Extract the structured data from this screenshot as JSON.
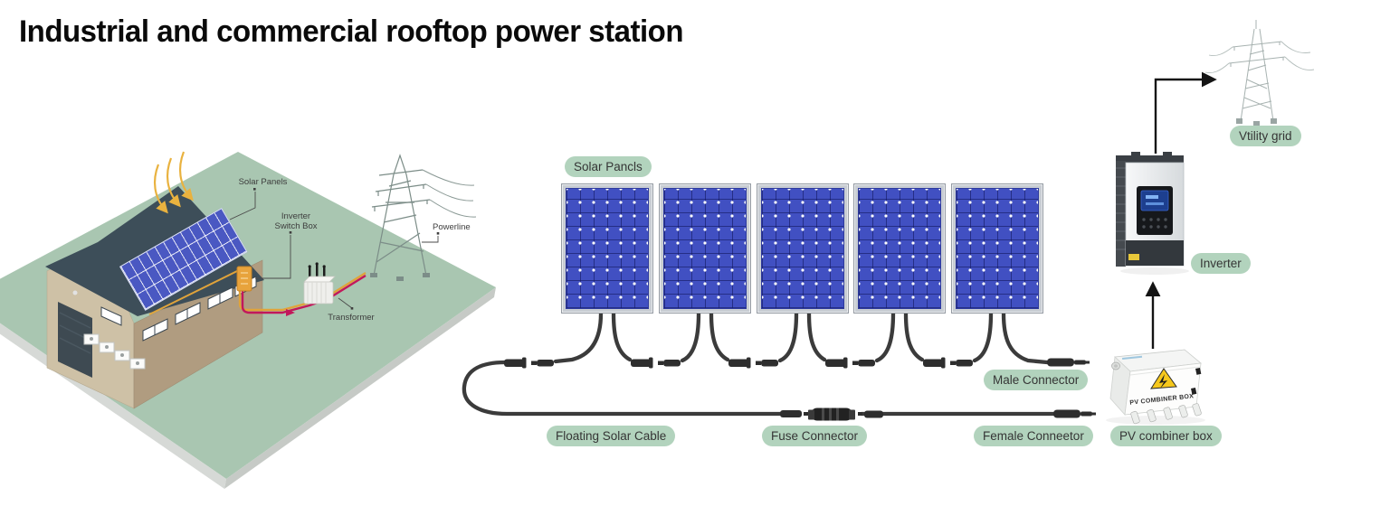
{
  "title": "Industrial and commercial rooftop power station",
  "colors": {
    "pill_bg": "#b2d3bd",
    "pill_text": "#353535",
    "ground_green": "#a9c6b1",
    "roof_slate": "#3d4e59",
    "panel_blue": "#4150c2",
    "cable_black": "#3b3b3b",
    "wire_yellow": "#e0a33a",
    "wire_red": "#c2185b",
    "switch_box_yellow": "#e8a33c",
    "warning_yellow": "#f6c81c"
  },
  "scene_building": {
    "solar_panels_label": "Solar Panels",
    "inverter_switch_box_line1": "Inverter",
    "inverter_switch_box_line2": "Switch Box",
    "powerline_label": "Powerline",
    "transformer_label": "Transformer"
  },
  "flow": {
    "panel_count": 5,
    "solar_panels_label": "Solar Pancls",
    "male_connector_label": "Male Connector",
    "floating_solar_cable_label": "Floating Solar Cable",
    "fuse_connector_label": "Fuse Connector",
    "female_connector_label": "Female Conneetor",
    "pv_combiner_box_label": "PV combiner box",
    "inverter_label": "Inverter",
    "utility_grid_label": "Vtility grid",
    "pv_combiner_box_text": "PV COMBINER BOX"
  }
}
